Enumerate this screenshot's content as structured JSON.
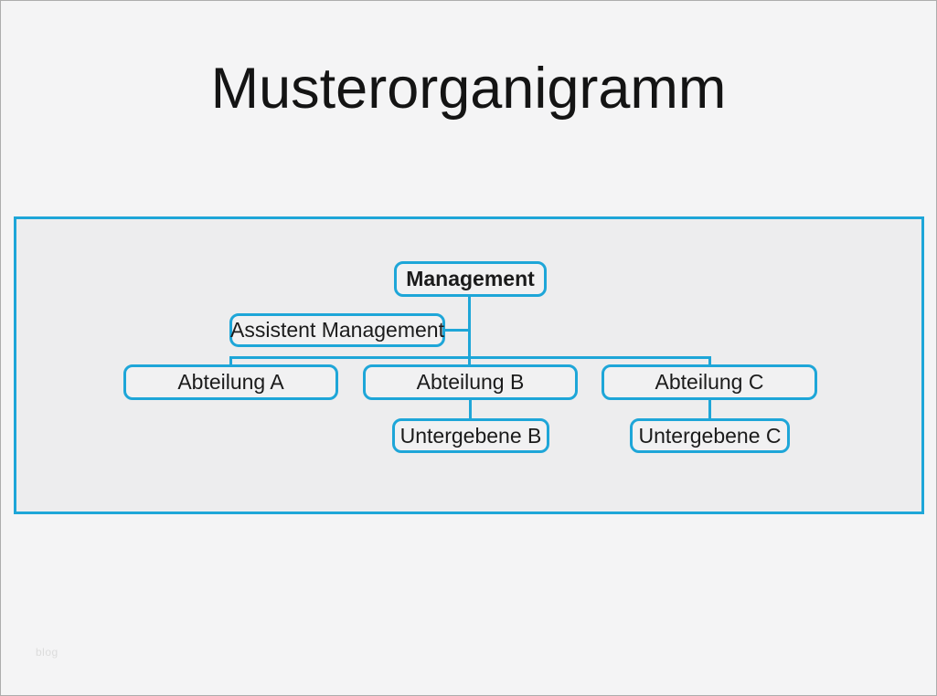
{
  "page": {
    "title": "Musterorganigramm",
    "watermark": "blog"
  },
  "colors": {
    "accent": "#1ea6d8",
    "page_background": "#f4f4f5",
    "panel_background": "#ededee",
    "node_background": "#f1f1f2",
    "text": "#1b1b1b",
    "watermark_text": "#dcdcdc"
  },
  "org_chart": {
    "nodes": [
      {
        "id": "management",
        "label": "Management"
      },
      {
        "id": "assistent-management",
        "label": "Assistent Management"
      },
      {
        "id": "abteilung-a",
        "label": "Abteilung A"
      },
      {
        "id": "abteilung-b",
        "label": "Abteilung B"
      },
      {
        "id": "abteilung-c",
        "label": "Abteilung C"
      },
      {
        "id": "untergebene-b",
        "label": "Untergebene B"
      },
      {
        "id": "untergebene-c",
        "label": "Untergebene C"
      }
    ],
    "edges": [
      {
        "from": "management",
        "to": "assistent-management"
      },
      {
        "from": "management",
        "to": "abteilung-a"
      },
      {
        "from": "management",
        "to": "abteilung-b"
      },
      {
        "from": "management",
        "to": "abteilung-c"
      },
      {
        "from": "abteilung-b",
        "to": "untergebene-b"
      },
      {
        "from": "abteilung-c",
        "to": "untergebene-c"
      }
    ]
  }
}
